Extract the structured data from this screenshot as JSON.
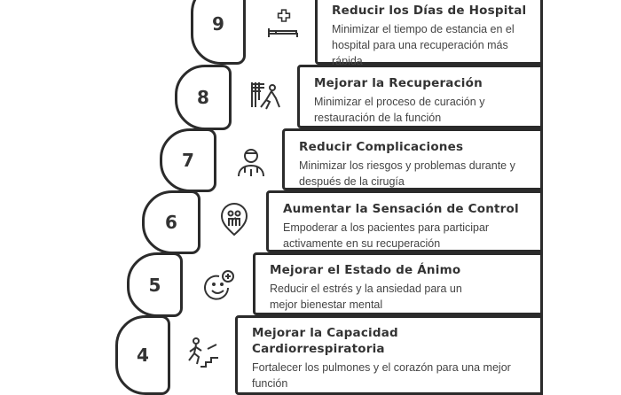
{
  "steps": [
    {
      "number": "9",
      "icon": "hospital-bed-icon",
      "title": "Reducir los Días de Hospital",
      "description": "Minimizar el tiempo de estancia en el hospital para una recuperación más rápida"
    },
    {
      "number": "8",
      "icon": "recovery-walking-icon",
      "title": "Mejorar la Recuperación",
      "description": "Minimizar el proceso de curación y restauración de la función"
    },
    {
      "number": "7",
      "icon": "doctor-icon",
      "title": "Reducir Complicaciones",
      "description": "Minimizar los riesgos y problemas durante y después de la cirugía"
    },
    {
      "number": "6",
      "icon": "patient-control-icon",
      "title": "Aumentar la Sensación de Control",
      "description": "Empoderar a los pacientes para participar activamente en su recuperación"
    },
    {
      "number": "5",
      "icon": "smiley-plus-icon",
      "title": "Mejorar el Estado de Ánimo",
      "description": "Reducir el estrés y la ansiedad para un mejor bienestar mental"
    },
    {
      "number": "4",
      "icon": "stairs-climbing-icon",
      "title": "Mejorar la Capacidad Cardiorrespiratoria",
      "description": "Fortalecer los pulmones y el corazón para una mejor función"
    }
  ]
}
